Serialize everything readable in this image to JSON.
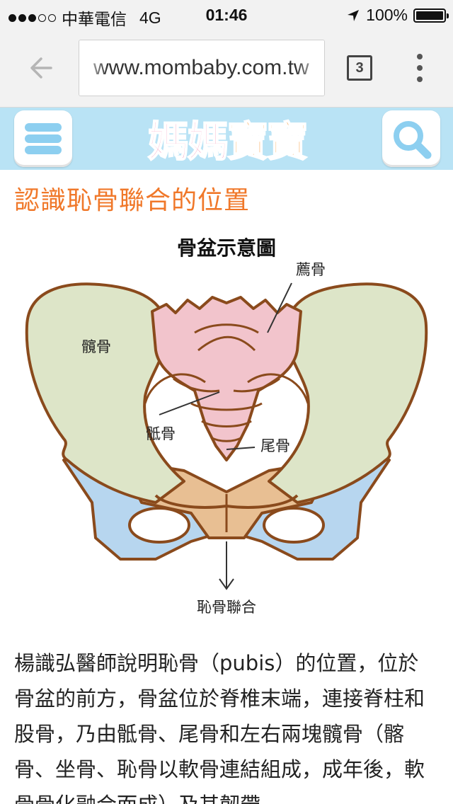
{
  "status_bar": {
    "carrier": "中華電信",
    "network": "4G",
    "time": "01:46",
    "battery": "100%"
  },
  "browser": {
    "url": "www.mombaby.com.tw",
    "tab_count": "3"
  },
  "site": {
    "logo_part1": "媽媽",
    "logo_part2": "寶寶"
  },
  "article": {
    "title": "認識恥骨聯合的位置",
    "figure": {
      "title": "骨盆示意圖",
      "labels": {
        "sacrum": "薦骨",
        "ilium": "髖骨",
        "sacrum_lower": "骶骨",
        "coccyx": "尾骨",
        "pubic_symphysis": "恥骨聯合"
      }
    },
    "body": "楊識弘醫師說明恥骨（pubis）的位置，位於骨盆的前方，骨盆位於脊椎末端，連接脊柱和股骨，乃由骶骨、尾骨和左右兩塊髖骨（髂骨、坐骨、恥骨以軟骨連結組成，成年後，軟骨骨化融合而成）及其韌帶"
  },
  "colors": {
    "header_bg": "#b9e3f5",
    "title_orange": "#f0782a",
    "bone_outline": "#8a4a1c",
    "ilium_fill": "#dde5c8",
    "sacrum_fill": "#f2c4cc",
    "pubis_fill": "#b7d6ef",
    "joint_fill": "#e8bf93"
  }
}
